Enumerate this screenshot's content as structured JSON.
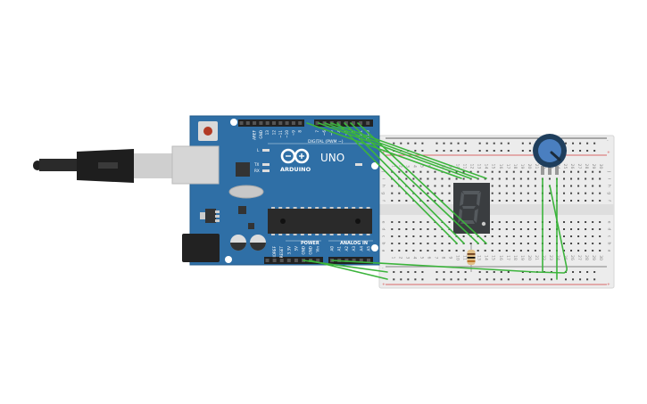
{
  "arduino": {
    "brand": "ARDUINO",
    "model": "UNO",
    "digital_label": "DIGITAL (PWM ~)",
    "power_label": "POWER",
    "analog_label": "ANALOG IN",
    "led_labels": [
      "L",
      "TX",
      "RX"
    ],
    "digital_pins": [
      "AREF",
      "GND",
      "13",
      "12",
      "~11",
      "~10",
      "~9",
      "8",
      "7",
      "~6",
      "~5",
      "4",
      "~3",
      "2",
      "TX▸1",
      "RX◂0"
    ],
    "power_pins": [
      "IOREF",
      "RESET",
      "3.3V",
      "5V",
      "GND",
      "GND",
      "Vin"
    ],
    "analog_pins": [
      "A0",
      "A1",
      "A2",
      "A3",
      "A4",
      "A5"
    ],
    "board_color": "#2f6fa6"
  },
  "breadboard": {
    "row_letters_top": [
      "j",
      "i",
      "h",
      "g",
      "f"
    ],
    "row_letters_bottom": [
      "e",
      "d",
      "c",
      "b",
      "a"
    ],
    "column_numbers": [
      "1",
      "2",
      "3",
      "4",
      "5",
      "6",
      "7",
      "8",
      "9",
      "10",
      "11",
      "12",
      "13",
      "14",
      "15",
      "16",
      "17",
      "18",
      "19",
      "20",
      "21",
      "22",
      "23",
      "24",
      "25",
      "26",
      "27",
      "28",
      "29",
      "30"
    ],
    "rail_plus": "+",
    "rail_minus": "-"
  },
  "components": [
    "usb-cable",
    "arduino-uno",
    "breadboard",
    "seven-segment-display",
    "resistor",
    "potentiometer"
  ],
  "colors": {
    "wire": "#3cb43c",
    "rail_red": "#d23c3c",
    "pot_knob": "#4a7fc0"
  }
}
